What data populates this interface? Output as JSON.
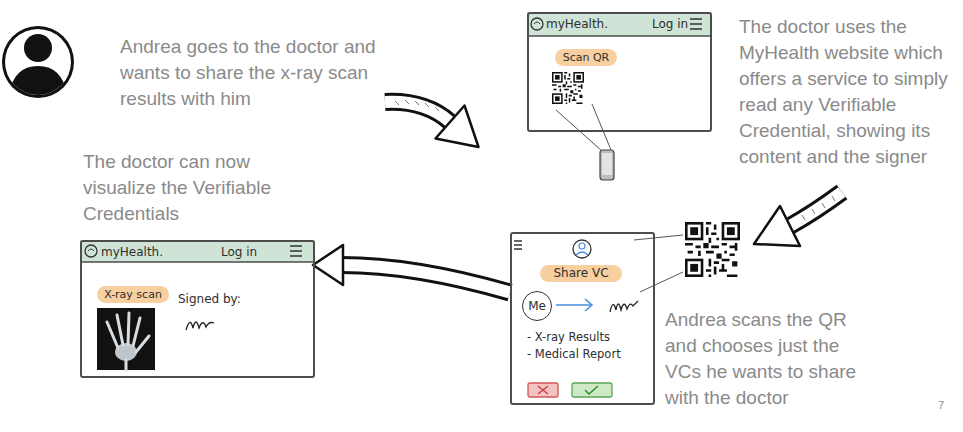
{
  "diagram": {
    "nodes": [
      {
        "text": [
          "myHealth.",
          "Log in"
        ]
      },
      {
        "text": [
          "Scan QR"
        ],
        "in": 0
      },
      {
        "text": [
          "- X-ray Results",
          "- Medical Report"
        ]
      },
      {
        "text": [
          "Share VC"
        ],
        "in": 2
      },
      {
        "text": [
          "Me"
        ],
        "in": 2
      },
      {
        "text": [
          "myHealth.",
          "Log in",
          "Signed by:"
        ]
      },
      {
        "text": [
          "X-ray scan"
        ],
        "in": 5
      }
    ],
    "edges": [
      {
        "from": 2,
        "to": 5,
        "arrow": "to"
      }
    ],
    "labels": [
      "Andrea goes to the doctor and wants to share the x-ray scan results with him",
      "The doctor uses the MyHealth website which offers a service to simply read any Verifiable Credential, showing its content and the signer",
      "The doctor can now visualize the Verifiable Credentials",
      "Andrea scans the QR and chooses just the VCs he wants to share with the doctor",
      "7"
    ]
  }
}
